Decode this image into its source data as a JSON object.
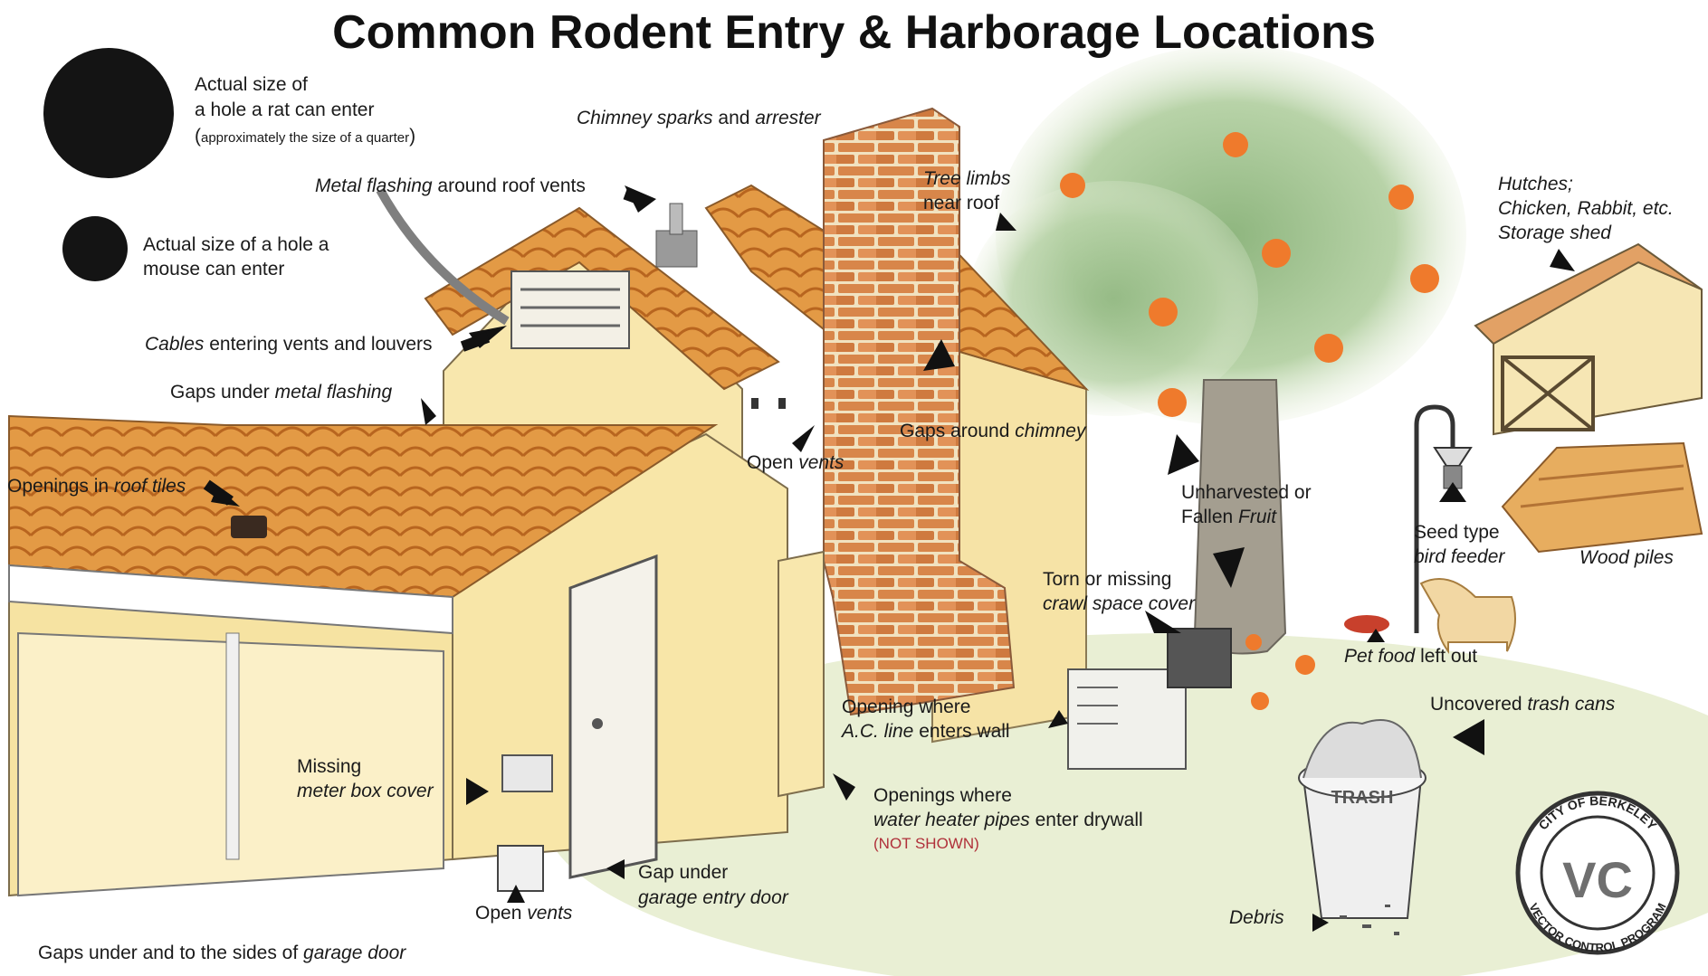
{
  "title": "Common Rodent Entry & Harborage Locations",
  "legend": {
    "rat_line1": "Actual size of",
    "rat_line2": "a hole a rat can enter",
    "rat_note": "approximately the size of a quarter",
    "mouse_line1": "Actual size of a hole a",
    "mouse_line2": "mouse can enter"
  },
  "labels": {
    "chimney_sparks": "Chimney sparks",
    "chimney_and": " and ",
    "chimney_arrester": "arrester",
    "metal_flashing": "Metal flashing",
    "metal_flashing_rest": " around roof vents",
    "tree_limbs_1": "Tree limbs",
    "tree_limbs_2": "near roof",
    "hutches_1": "Hutches;",
    "hutches_2": "Chicken, Rabbit, etc.",
    "hutches_3": "Storage shed",
    "cables": "Cables",
    "cables_rest": " entering vents and louvers",
    "gaps_flashing_pre": "Gaps under ",
    "gaps_flashing_it": "metal flashing",
    "roof_tiles_pre": "Openings in ",
    "roof_tiles_it": "roof tiles",
    "open_vents_top_pre": "Open ",
    "open_vents_top_it": "vents",
    "gaps_chimney_pre": "Gaps around ",
    "gaps_chimney_it": "chimney",
    "fruit_1": "Unharvested or",
    "fruit_2_pre": "Fallen ",
    "fruit_2_it": "Fruit",
    "seed_1": "Seed type",
    "seed_2": "bird feeder",
    "wood_piles": "Wood piles",
    "crawl_1": "Torn or missing",
    "crawl_2": "crawl space cover",
    "pet_food_it": "Pet food",
    "pet_food_rest": " left out",
    "trash_pre": "Uncovered ",
    "trash_it": "trash cans",
    "ac_1": "Opening where",
    "ac_2_it": "A.C. line",
    "ac_2_rest": " enters wall",
    "meter_1": "Missing",
    "meter_2": "meter box cover",
    "water_1": "Openings where",
    "water_2_it": "water heater pipes",
    "water_2_rest": " enter drywall",
    "not_shown": "(NOT SHOWN)",
    "gap_door_1": "Gap under",
    "gap_door_2": "garage entry door",
    "open_vents_bottom_pre": "Open ",
    "open_vents_bottom_it": "vents",
    "debris": "Debris",
    "garage_pre": "Gaps under and to the sides of ",
    "garage_it": "garage door"
  },
  "trash_can_text": "TRASH",
  "seal": {
    "top": "CITY OF BERKELEY",
    "bottom": "VECTOR CONTROL PROGRAM",
    "mark": "VC"
  },
  "colors": {
    "wall": "#f6e3a6",
    "roof": "#e0923c",
    "brick": "#d98a4c",
    "tree_leaf": "#a8c79a",
    "fruit": "#ef7a2c",
    "ground": "#e6eccd"
  }
}
